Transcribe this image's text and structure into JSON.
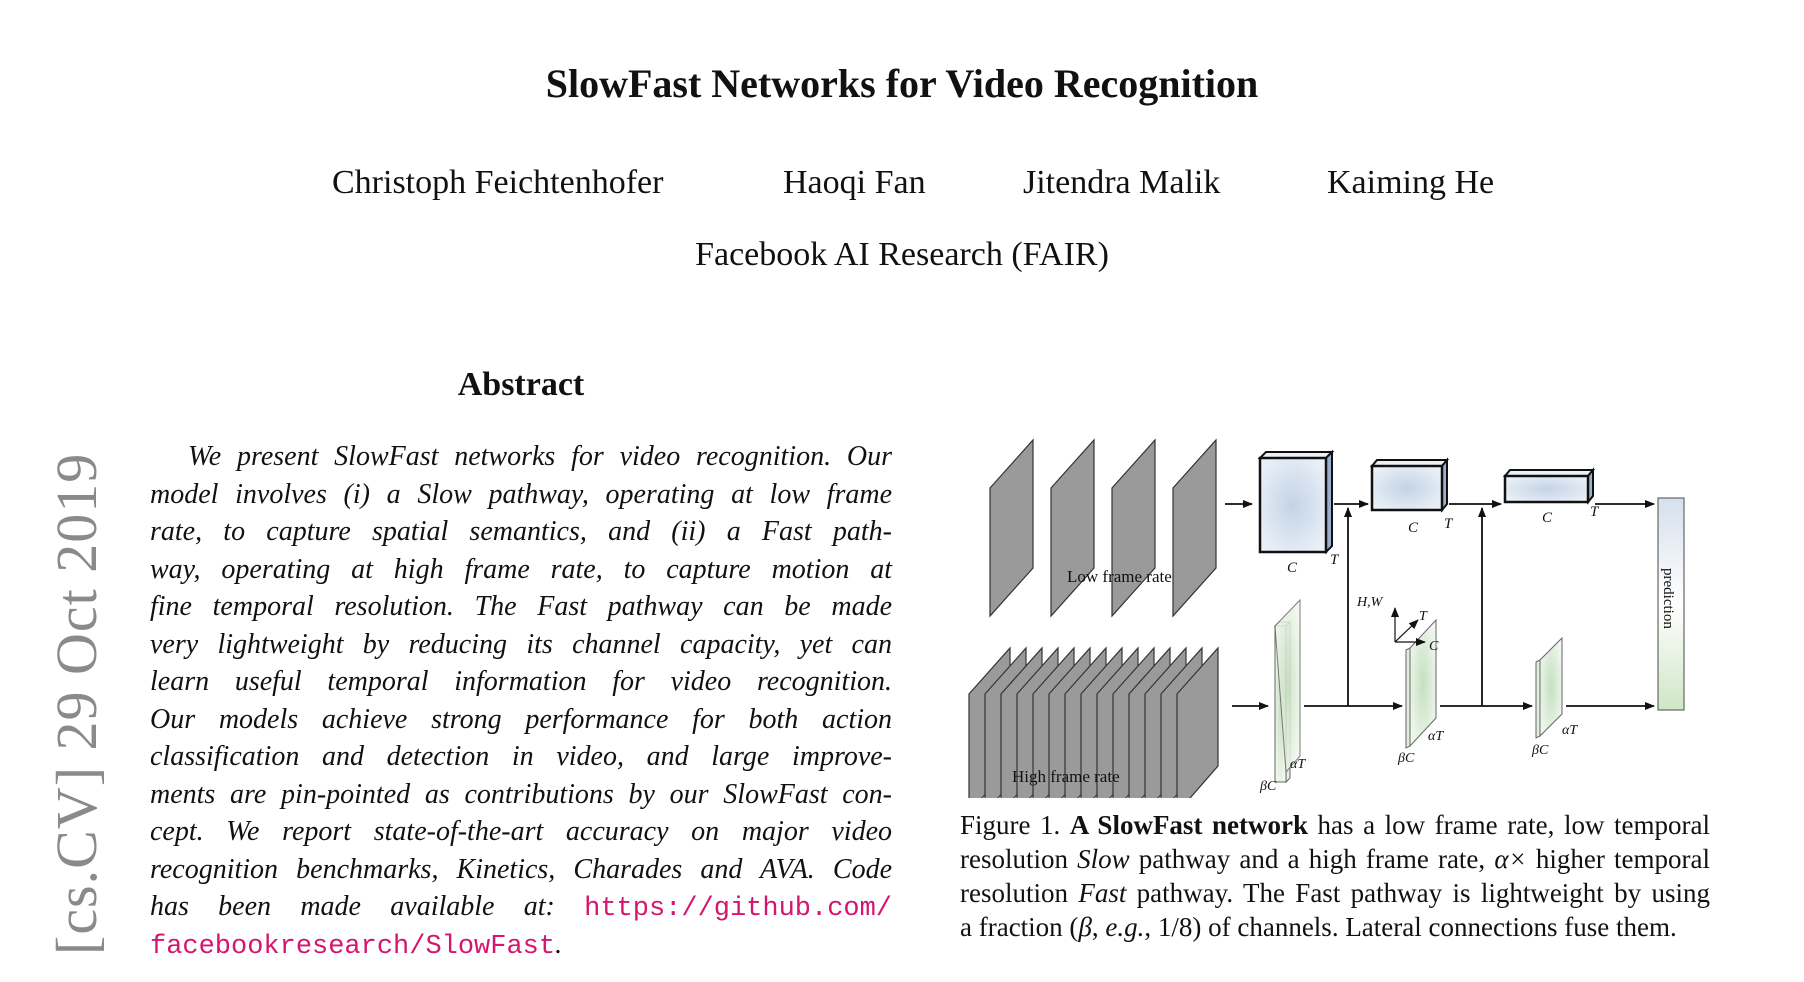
{
  "arxiv_stamp": "[cs.CV]  29 Oct 2019",
  "title": "SlowFast Networks for Video Recognition",
  "authors": [
    "Christoph Feichtenhofer",
    "Haoqi Fan",
    "Jitendra Malik",
    "Kaiming He"
  ],
  "affiliation": "Facebook AI Research (FAIR)",
  "abstract": {
    "heading": "Abstract",
    "lines": [
      "We present SlowFast networks for video recognition. Our",
      "model involves (i) a Slow pathway, operating at low frame",
      "rate, to capture spatial semantics, and (ii) a Fast path-",
      "way, operating at high frame rate, to capture motion at",
      "fine temporal resolution. The Fast pathway can be made",
      "very lightweight by reducing its channel capacity, yet can",
      "learn useful temporal information for video recognition.",
      "Our models achieve strong performance for both action",
      "classification and detection in video, and large improve-",
      "ments are pin-pointed as contributions by our SlowFast con-",
      "cept. We report state-of-the-art accuracy on major video",
      "recognition benchmarks, Kinetics, Charades and AVA. Code",
      "has been made available at:"
    ],
    "link_part1": "https://github.com/",
    "link_part2": "facebookresearch/SlowFast",
    "link_end": "."
  },
  "figure": {
    "label_low_frame_rate": "Low frame rate",
    "label_high_frame_rate": "High frame rate",
    "label_prediction": "prediction",
    "label_C": "C",
    "label_T": "T",
    "label_alphaT": "αT",
    "label_betaC": "βC",
    "label_HW": "H,W",
    "colors": {
      "frame_gray": "#9a9a9a",
      "slow_blue": "#c3d3e6",
      "fast_green": "#cfe3c9",
      "line": "#111111"
    }
  },
  "caption": {
    "figure_label": "Figure 1. ",
    "bold_text": "A SlowFast network",
    "line1_rest": " has a low frame rate, low temporal",
    "line2_a": "resolution ",
    "line2_slow": "Slow",
    "line2_b": " pathway and a high frame rate, ",
    "line2_alpha": "α×",
    "line2_c": " higher temporal",
    "line3_a": "resolution ",
    "line3_fast": "Fast",
    "line3_b": " pathway. The Fast pathway is lightweight by using",
    "line4_a": "a fraction (",
    "line4_beta": "β",
    "line4_b": ", ",
    "line4_eg": "e.g.",
    "line4_c": ", 1/8) of channels. Lateral connections fuse them."
  }
}
